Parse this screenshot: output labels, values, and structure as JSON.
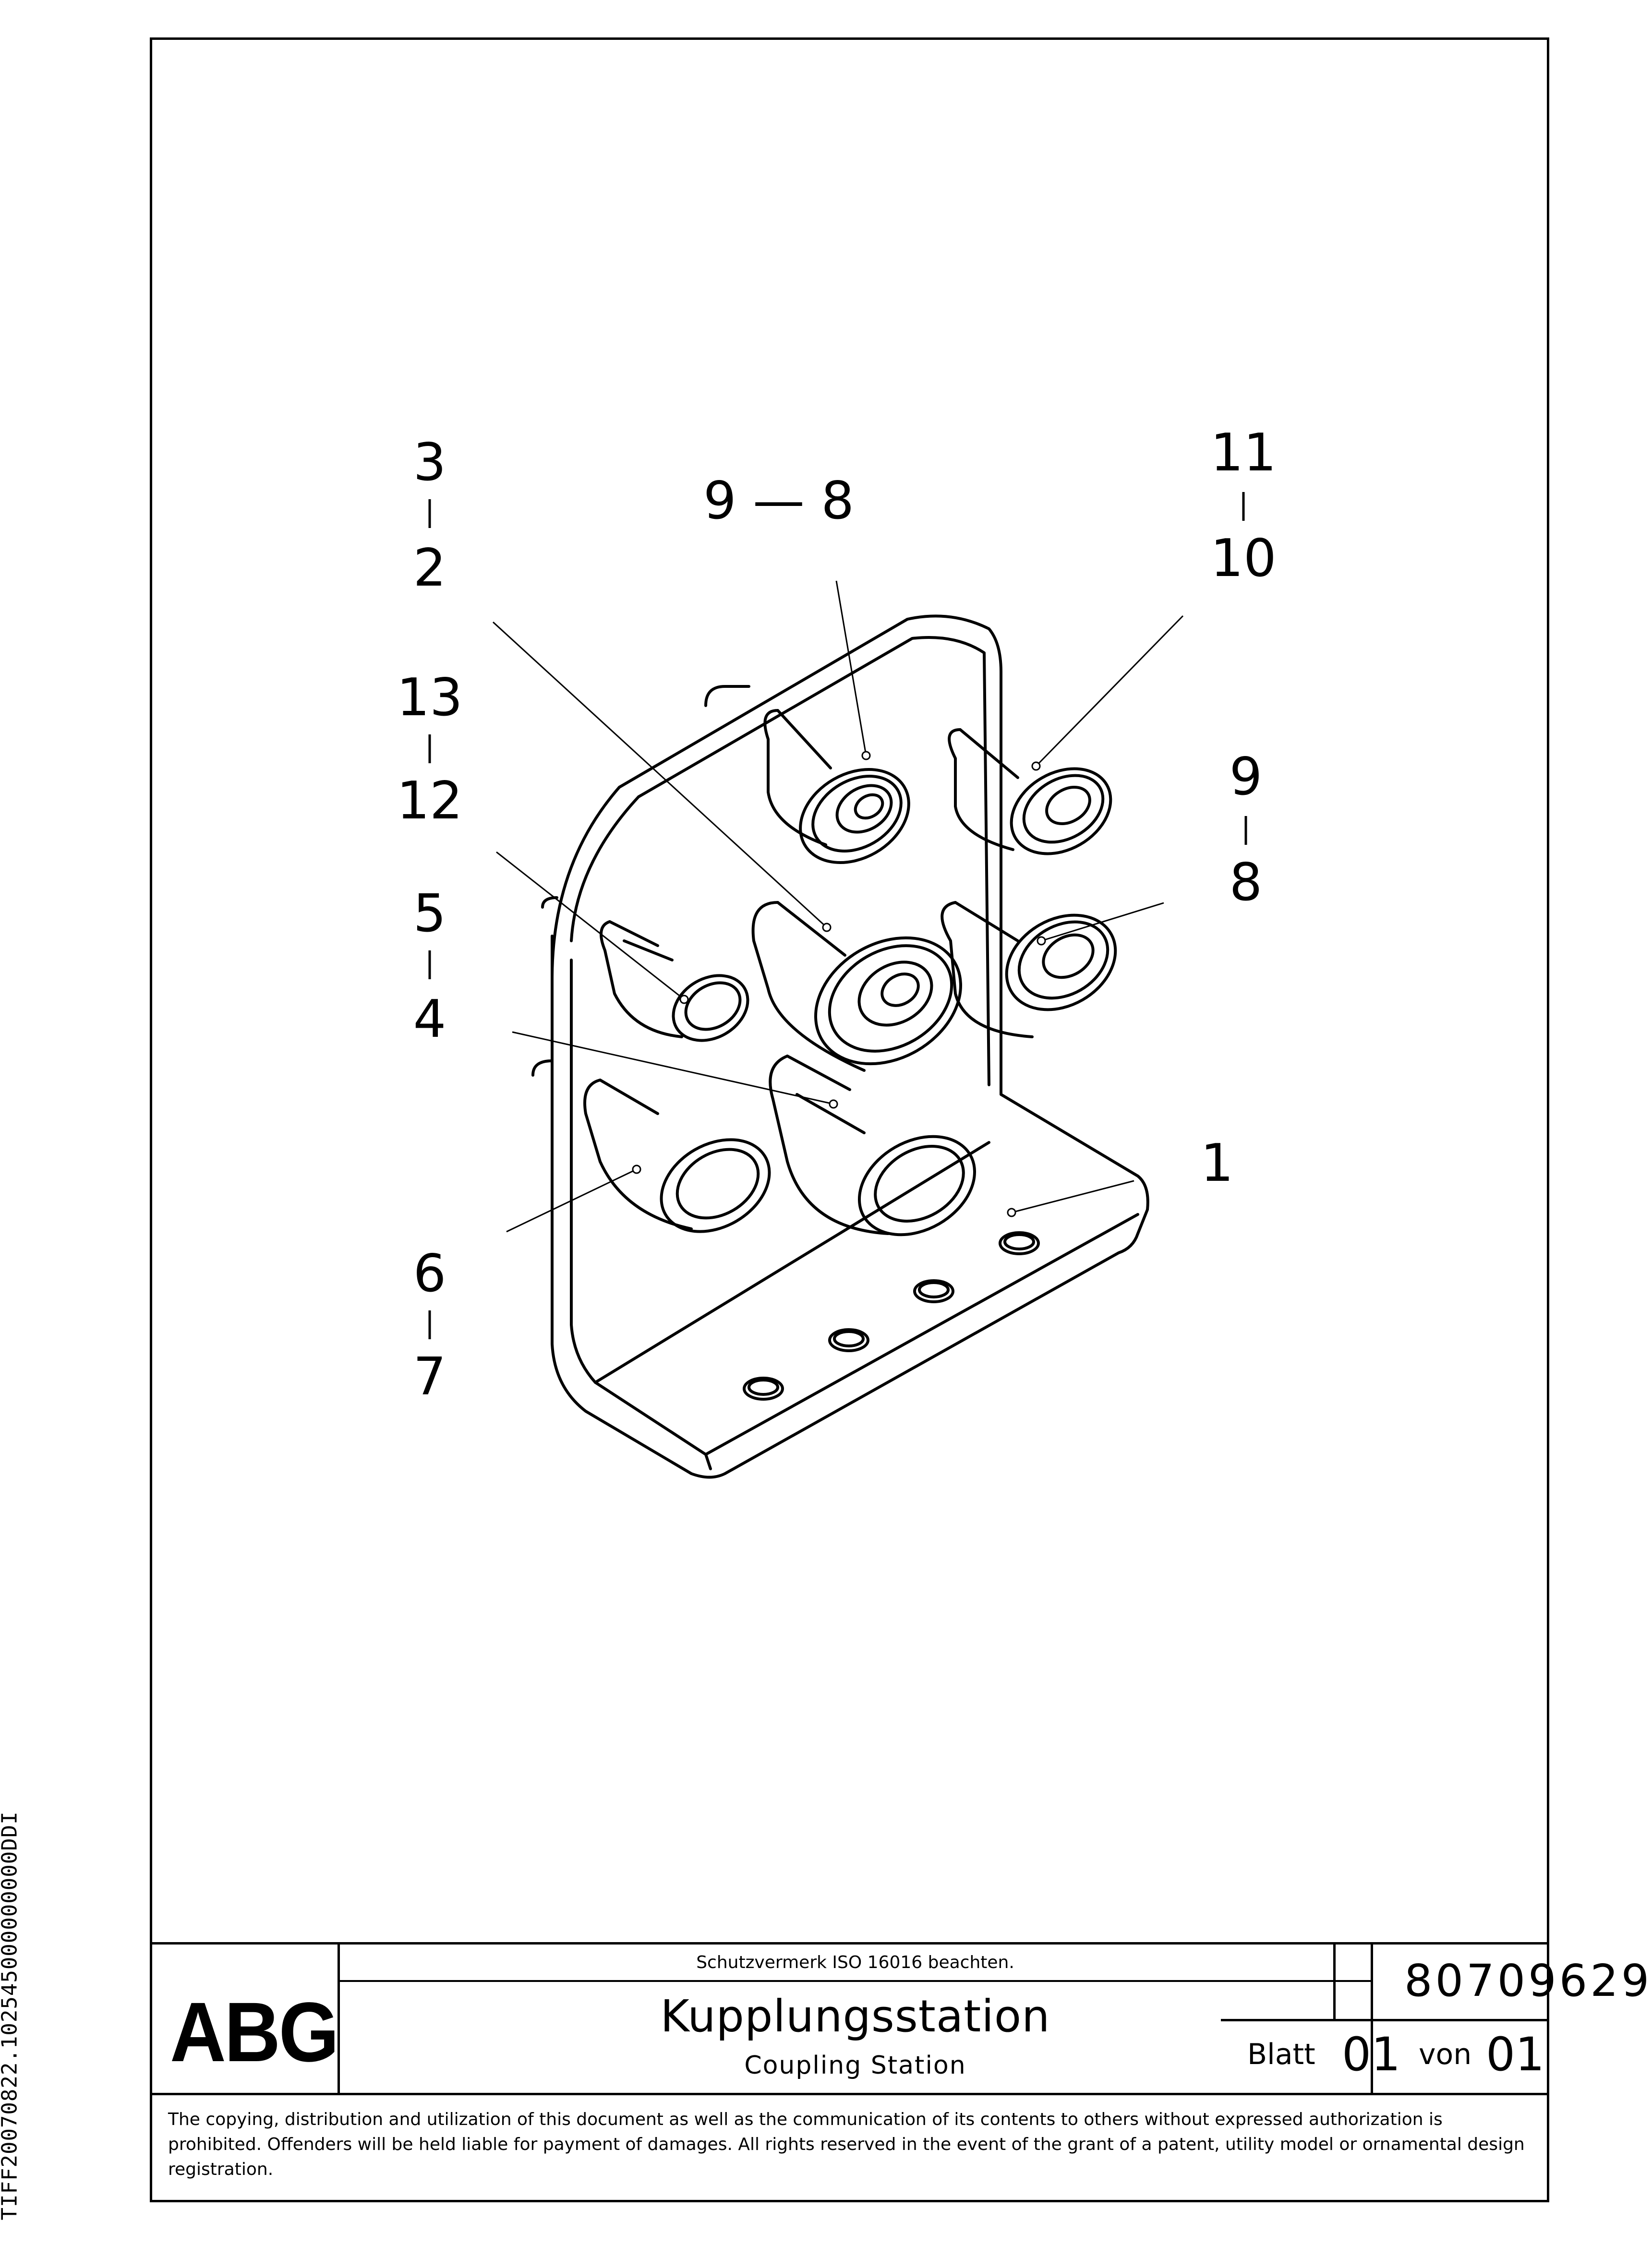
{
  "drawing": {
    "callouts": [
      {
        "id": "c-3-2",
        "top": "3",
        "bottom": "2"
      },
      {
        "id": "c-9-8-top",
        "text": "9 — 8"
      },
      {
        "id": "c-11-10",
        "top": "11",
        "bottom": "10"
      },
      {
        "id": "c-13-12",
        "top": "13",
        "bottom": "12"
      },
      {
        "id": "c-9-8-right",
        "top": "9",
        "bottom": "8"
      },
      {
        "id": "c-5-4",
        "top": "5",
        "bottom": "4"
      },
      {
        "id": "c-1",
        "text": "1"
      },
      {
        "id": "c-6-7",
        "top": "6",
        "bottom": "7"
      }
    ]
  },
  "title_block": {
    "logo": "ABG",
    "protection_note": "Schutzvermerk ISO 16016 beachten.",
    "title_de": "Kupplungsstation",
    "title_en": "Coupling Station",
    "document_number": "80709629",
    "sheet_label": "Blatt",
    "sheet_number": "01",
    "of_label": "von",
    "sheet_total": "01"
  },
  "legal_notice": "The copying, distribution and utilization of this document as well as the communication of its contents to others without expressed authorization is prohibited. Offenders will be held liable for payment of damages. All rights reserved in the event of the grant of a patent, utility model or ornamental design registration.",
  "side_identifier": "TIFF20070822.102545000000000DDI"
}
